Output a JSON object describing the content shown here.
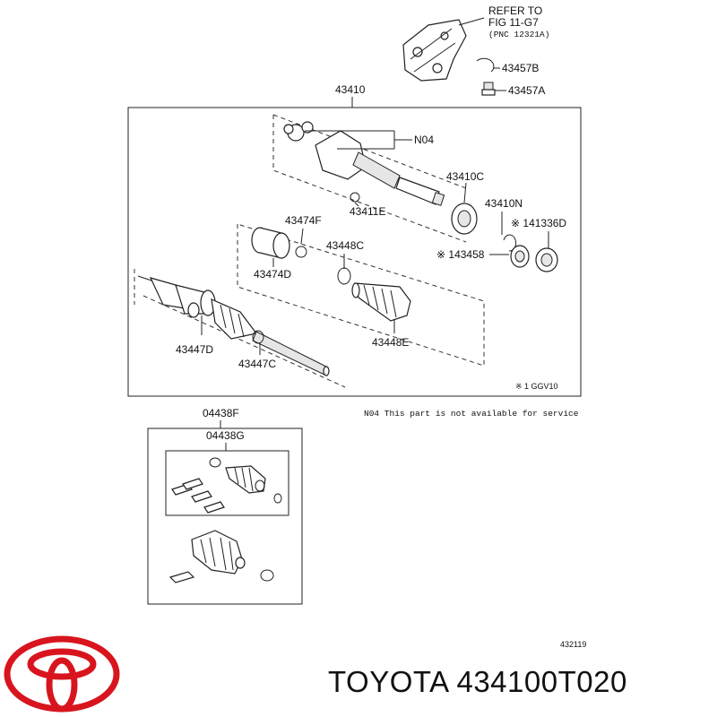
{
  "refer": {
    "line1": "REFER TO",
    "line2": "FIG 11-G7",
    "line3": "(PNC 12321A)"
  },
  "labels": {
    "p43457B": "43457B",
    "p43457A": "43457A",
    "p43410": "43410",
    "pN04": "N04",
    "p43410C": "43410C",
    "p43411E": "43411E",
    "p43410N": "43410N",
    "p141336D": "※ 141336D",
    "p143458": "※ 143458",
    "p43474F": "43474F",
    "p43474D": "43474D",
    "p43448C": "43448C",
    "p43448E": "43448E",
    "p43447D": "43447D",
    "p43447C": "43447C",
    "p04438F": "04438F",
    "p04438G": "04438G"
  },
  "notes": {
    "ggv": "※ 1 GGV10",
    "n04": "N04 This part is not available for service"
  },
  "fig_code": "432119",
  "brand": {
    "name": "TOYOTA",
    "part_number": "434100T020",
    "text": "TOYOTA 434100T020",
    "logo_color": "#d8151e"
  }
}
